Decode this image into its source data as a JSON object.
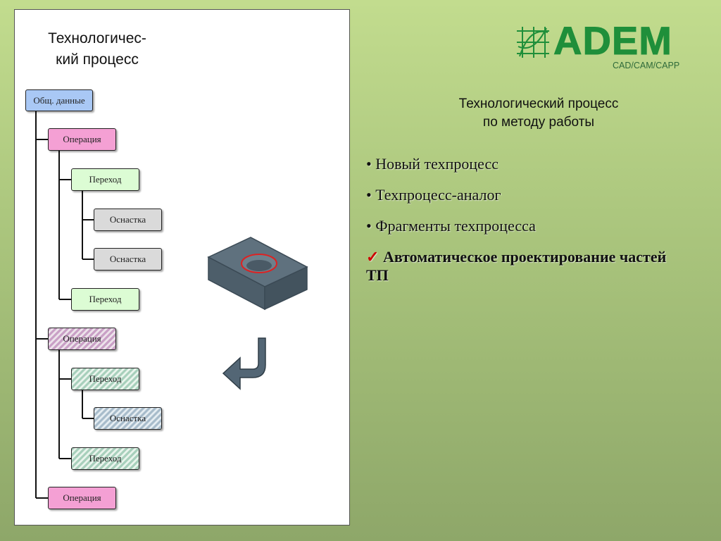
{
  "panel": {
    "title_line1": "Технологичес-",
    "title_line2": "кий процесс"
  },
  "tree": {
    "general": "Общ. данные",
    "op1": "Операция",
    "op1_tr1": "Переход",
    "op1_tr1_tool1": "Оснастка",
    "op1_tr1_tool2": "Оснастка",
    "op1_tr2": "Переход",
    "op2": "Операция",
    "op2_tr1": "Переход",
    "op2_tr1_tool1": "Оснастка",
    "op2_tr2": "Переход",
    "op3": "Операция"
  },
  "logo": {
    "word": "ADEM",
    "subtitle": "CAD/CAM/CAPP",
    "brand_color": "#1f8f3a"
  },
  "heading": {
    "line1": "Технологический процесс",
    "line2": "по методу работы"
  },
  "bullets": [
    {
      "marker": "•",
      "text": "Новый техпроцесс"
    },
    {
      "marker": "•",
      "text": "Техпроцесс-аналог"
    },
    {
      "marker": "•",
      "text": "Фрагменты техпроцесса"
    },
    {
      "marker": "✓",
      "text": "Автоматическое проектирование частей ТП"
    }
  ],
  "icons": {
    "part": "plate-with-hole-icon",
    "arrow": "curved-arrow-icon"
  }
}
